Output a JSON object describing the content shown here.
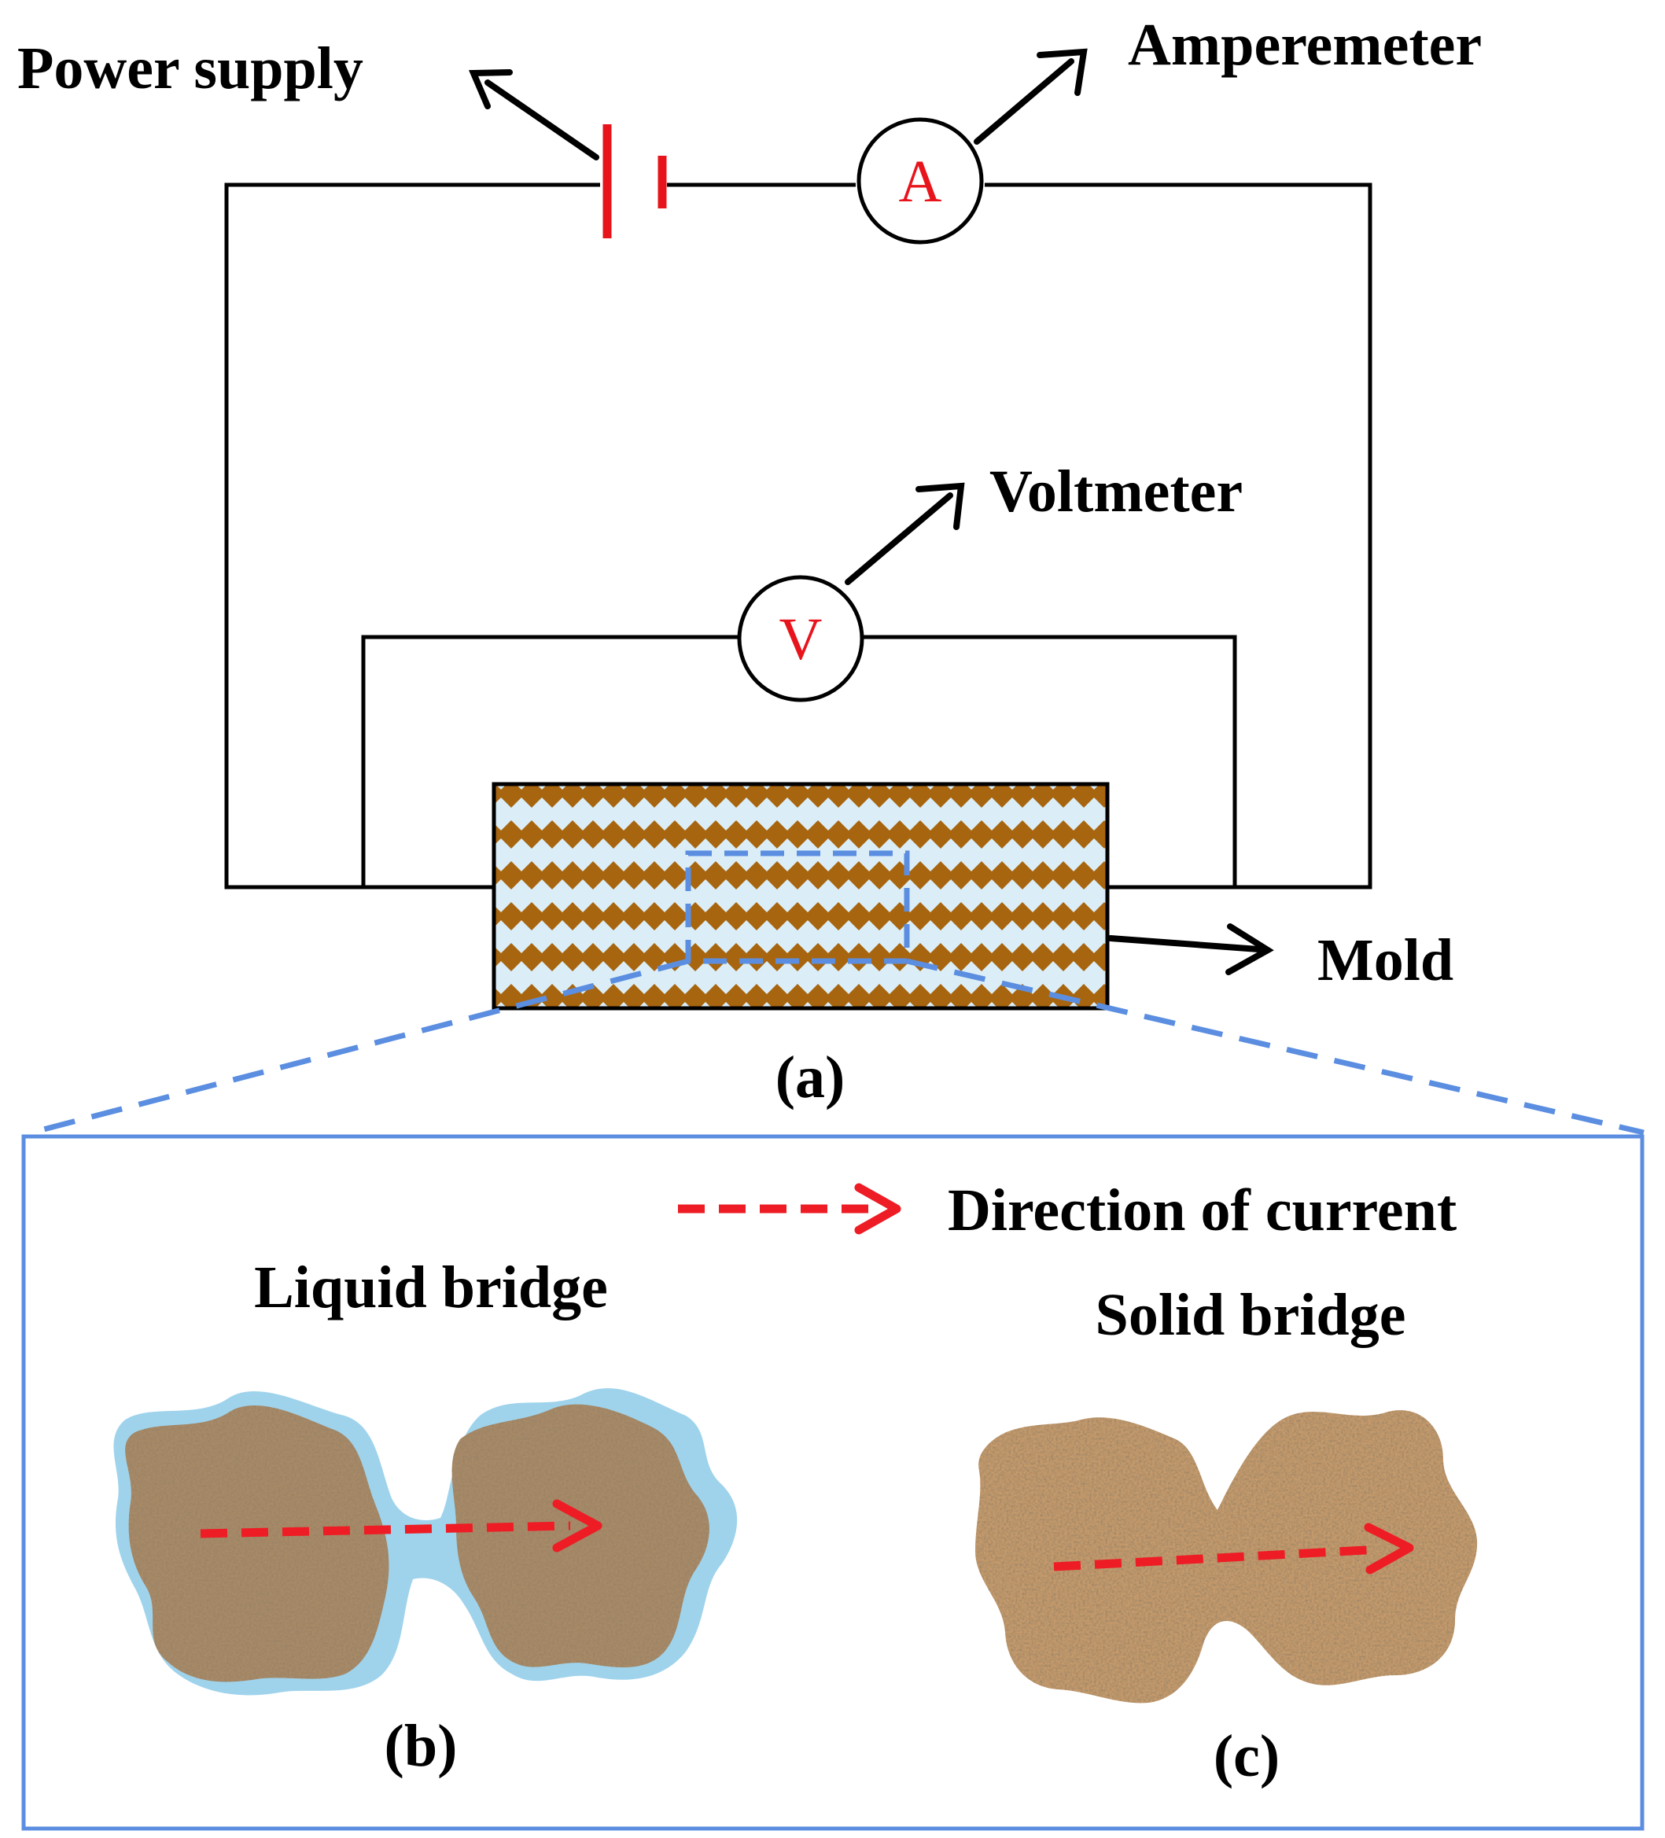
{
  "labels": {
    "power_supply": "Power supply",
    "amperemeter": "Amperemeter",
    "voltmeter": "Voltmeter",
    "mold": "Mold",
    "panel_a": "(a)",
    "panel_b": "(b)",
    "panel_c": "(c)",
    "liquid_bridge": "Liquid bridge",
    "solid_bridge": "Solid bridge",
    "direction_of_current": "Direction of current"
  },
  "meters": {
    "ammeter_symbol": "A",
    "voltmeter_symbol": "V"
  },
  "colors": {
    "wire": "#000000",
    "battery": "#e8141c",
    "meter_letter": "#e8141c",
    "current_arrow": "#ee1c24",
    "mold_fill": "#dbeef7",
    "mold_pattern": "#a8650f",
    "zoom_frame": "#5b8ee0",
    "liquid_film": "#9fd3ec",
    "particle_liquid": "#a88a68",
    "particle_solid": "#c49a6c"
  },
  "icons": {
    "battery": "battery-icon",
    "ammeter": "ammeter-icon",
    "voltmeter": "voltmeter-icon",
    "pointer_arrow": "arrow-icon"
  }
}
